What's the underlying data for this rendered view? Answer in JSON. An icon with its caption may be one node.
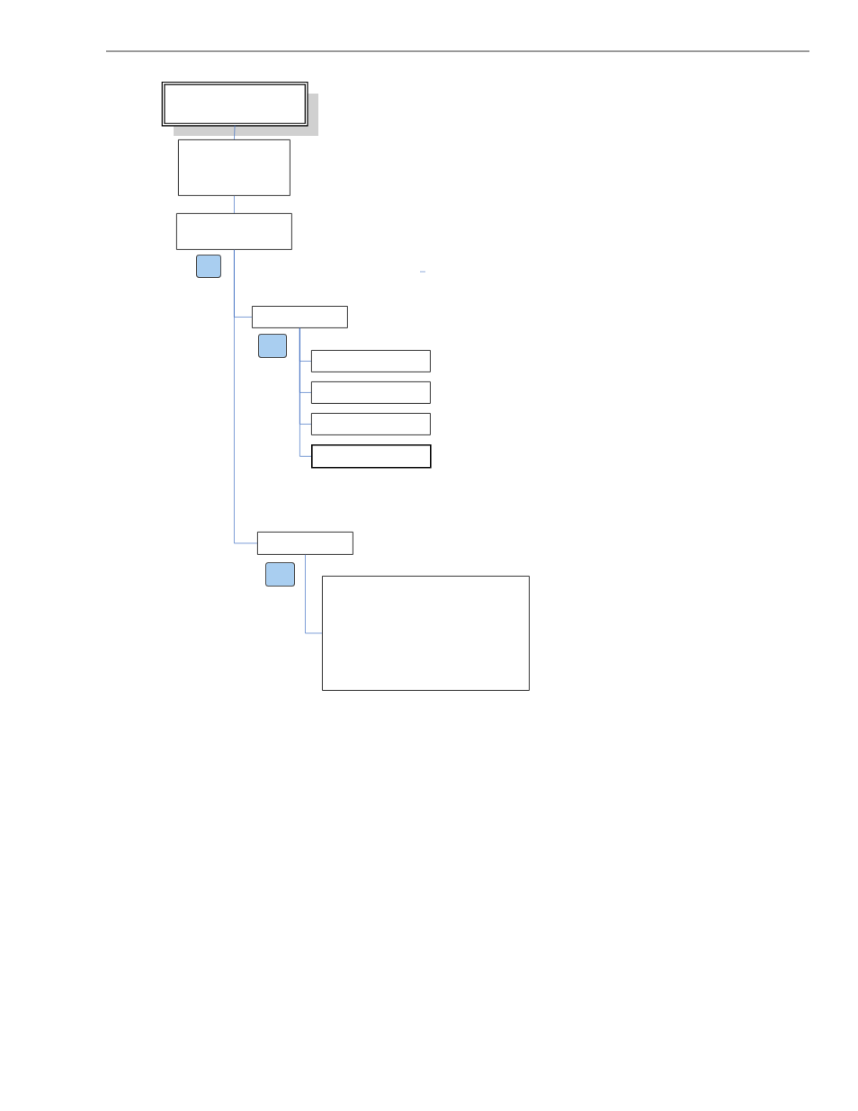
{
  "diagram": {
    "nodes": [
      {
        "text": [],
        "shape": "box"
      },
      {
        "text": [],
        "shape": "box"
      },
      {
        "text": [],
        "shape": "box"
      },
      {
        "text": [],
        "shape": "square"
      },
      {
        "text": [],
        "shape": "box"
      },
      {
        "text": [],
        "shape": "square"
      },
      {
        "text": [],
        "shape": "box"
      },
      {
        "text": [],
        "shape": "box"
      },
      {
        "text": [],
        "shape": "box"
      },
      {
        "text": [],
        "shape": "box"
      },
      {
        "text": [],
        "shape": "box"
      },
      {
        "text": [],
        "shape": "square"
      },
      {
        "text": [],
        "shape": "box"
      }
    ],
    "edges": [
      {
        "from": 0,
        "to": 1,
        "arrow": "none"
      },
      {
        "from": 1,
        "to": 2,
        "arrow": "none"
      },
      {
        "from": 2,
        "to": 4,
        "arrow": "none"
      },
      {
        "from": 2,
        "to": 10,
        "arrow": "none"
      },
      {
        "from": 4,
        "to": 6,
        "arrow": "none"
      },
      {
        "from": 4,
        "to": 7,
        "arrow": "none"
      },
      {
        "from": 4,
        "to": 8,
        "arrow": "none"
      },
      {
        "from": 4,
        "to": 9,
        "arrow": "none"
      },
      {
        "from": 10,
        "to": 12,
        "arrow": "none"
      }
    ]
  }
}
